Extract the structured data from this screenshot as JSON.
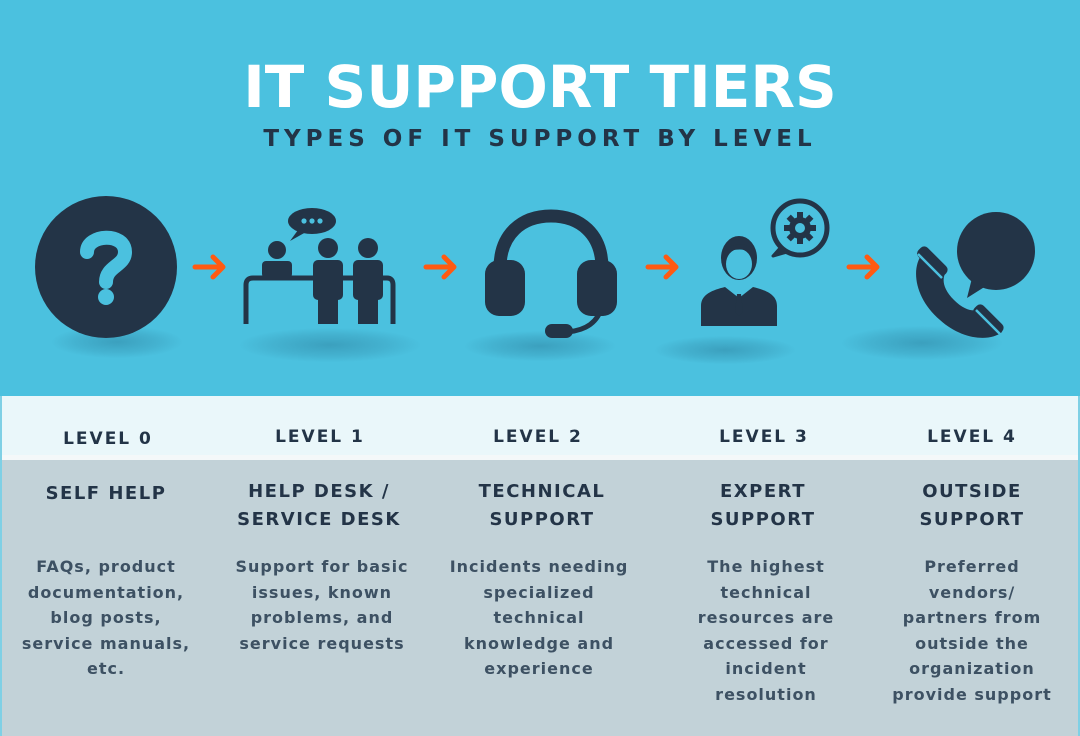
{
  "header": {
    "title": "IT SUPPORT TIERS",
    "subtitle": "TYPES OF IT SUPPORT BY LEVEL"
  },
  "colors": {
    "background": "#4BC1DF",
    "icon": "#233447",
    "arrow": "#FF5A12",
    "level_band": "#EAF7FA",
    "content_band": "#C2D2D8",
    "title": "#FFFFFF",
    "text_dark": "#233447",
    "text_desc": "#3D5163"
  },
  "tiers": [
    {
      "level": "LEVEL 0",
      "icon": "question-circle-icon",
      "name_lines": [
        "SELF HELP"
      ],
      "desc_lines": [
        "FAQs, product",
        "documentation,",
        "blog posts,",
        "service manuals,",
        "etc."
      ]
    },
    {
      "level": "LEVEL 1",
      "icon": "help-desk-people-icon",
      "name_lines": [
        "HELP DESK /",
        "SERVICE DESK"
      ],
      "desc_lines": [
        "Support for basic",
        "issues, known",
        "problems, and",
        "service requests"
      ]
    },
    {
      "level": "LEVEL 2",
      "icon": "headset-icon",
      "name_lines": [
        "TECHNICAL",
        "SUPPORT"
      ],
      "desc_lines": [
        "Incidents needing",
        "specialized",
        "technical",
        "knowledge and",
        "experience"
      ]
    },
    {
      "level": "LEVEL 3",
      "icon": "expert-gear-icon",
      "name_lines": [
        "EXPERT",
        "SUPPORT"
      ],
      "desc_lines": [
        "The highest",
        "technical",
        "resources are",
        "accessed for",
        "incident",
        "resolution"
      ]
    },
    {
      "level": "LEVEL 4",
      "icon": "phone-chat-icon",
      "name_lines": [
        "OUTSIDE",
        "SUPPORT"
      ],
      "desc_lines": [
        "Preferred",
        "vendors/",
        "partners from",
        "outside the",
        "organization",
        "provide support"
      ]
    }
  ],
  "arrows": [
    "arrow-right-icon",
    "arrow-right-icon",
    "arrow-right-icon",
    "arrow-right-icon"
  ]
}
